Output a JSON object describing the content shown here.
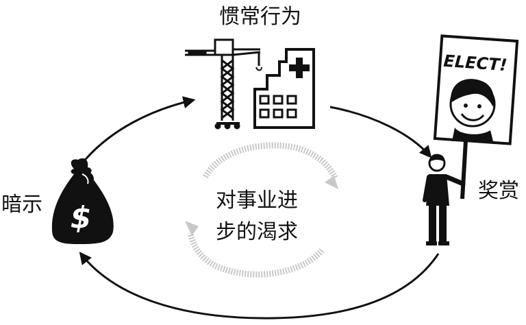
{
  "labels": {
    "top": "惯常行为",
    "left": "暗示",
    "right": "奖赏",
    "center_line1": "对事业进",
    "center_line2": "步的渴求"
  },
  "sign_text": "ELECT!",
  "money_symbol": "$",
  "colors": {
    "ink": "#111111",
    "inner_ring": "#c8c8c8",
    "background": "#ffffff"
  }
}
